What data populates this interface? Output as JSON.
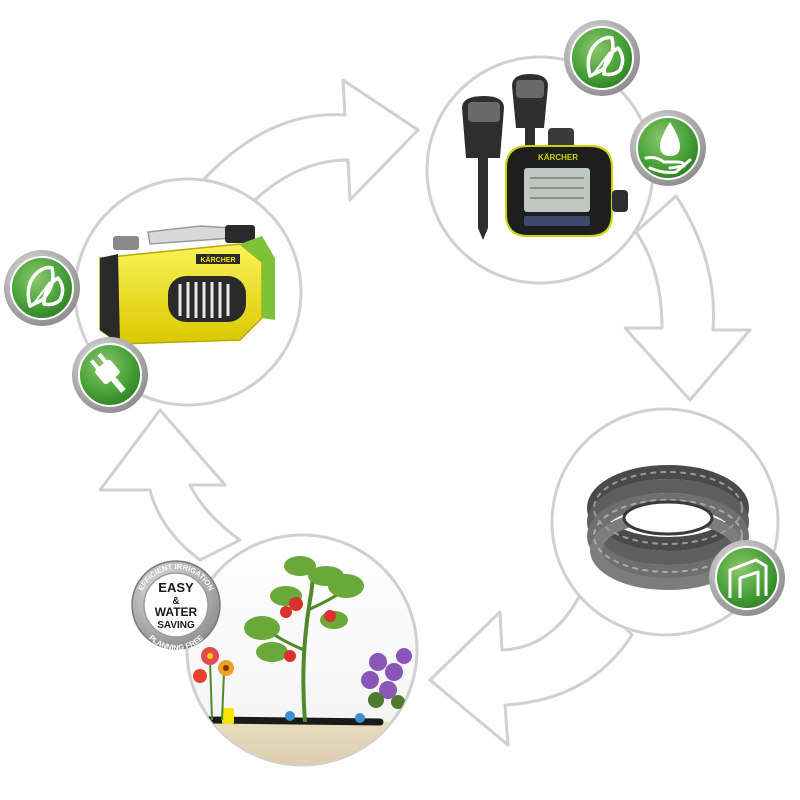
{
  "diagram": {
    "type": "irrigation-cycle",
    "colors": {
      "arrow_fill": "#ffffff",
      "arrow_stroke": "#cfcfcf",
      "circle_stroke": "#d0d0d0",
      "icon_green": "#3f9a2f",
      "icon_green_light": "#8cc66e",
      "pump_yellow": "#f3e600",
      "pump_dark": "#2a2a2a",
      "hose_gray": "#6f6f6f"
    },
    "products": [
      {
        "name": "pump",
        "icons": [
          "leaf-icon",
          "plug-icon"
        ]
      },
      {
        "name": "sensor-controller",
        "icons": [
          "leaf-icon",
          "water-hand-icon"
        ]
      },
      {
        "name": "hose",
        "icons": [
          "hose-coil-icon"
        ]
      },
      {
        "name": "garden",
        "icons": []
      }
    ],
    "pump_brand": "KÄRCHER",
    "controller_brand": "KÄRCHER",
    "badge": {
      "top_arc": "EFFICIENT IRRIGATION",
      "line1": "EASY",
      "line2": "&",
      "line3": "WATER",
      "line4": "SAVING",
      "bottom_arc": "PLANNING FREE"
    }
  }
}
